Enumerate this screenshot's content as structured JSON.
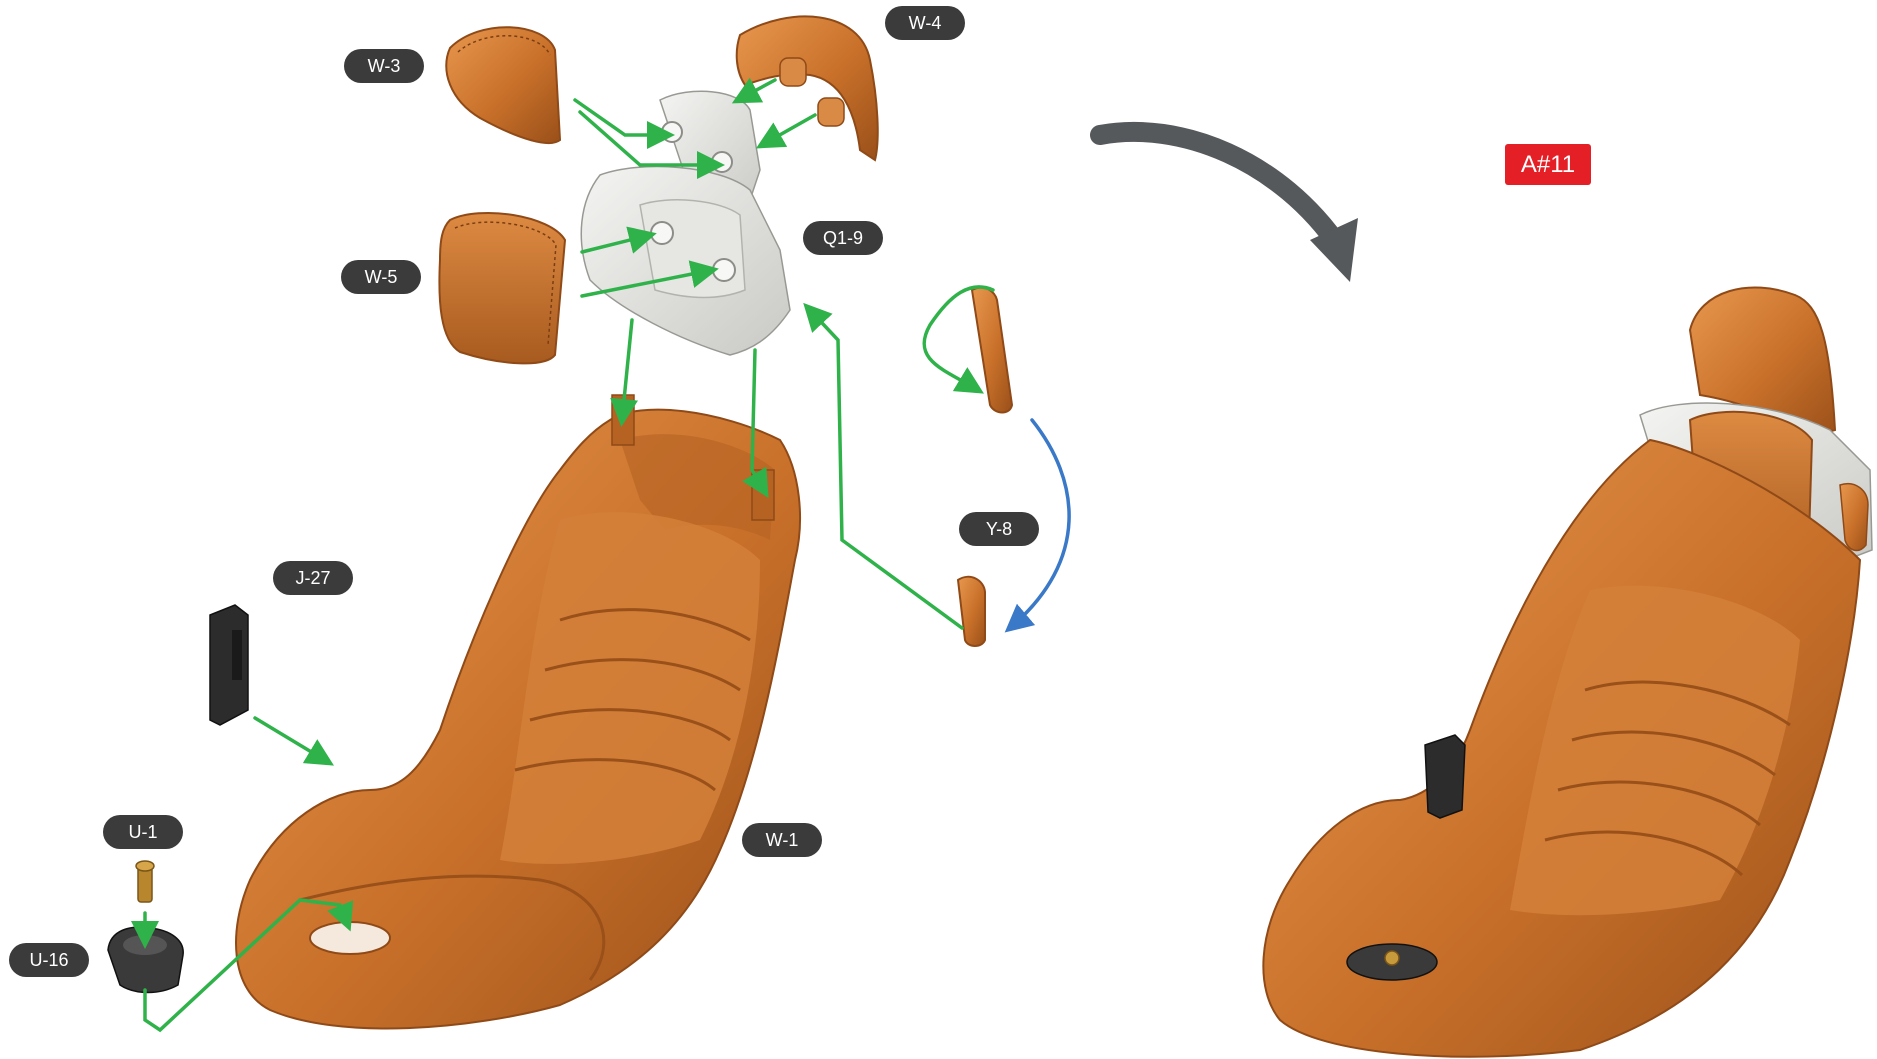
{
  "step": {
    "label": "A#11",
    "color": "#e41f26"
  },
  "labels": {
    "w3": "W-3",
    "w4": "W-4",
    "w5": "W-5",
    "q1_9": "Q1-9",
    "y8": "Y-8",
    "j27": "J-27",
    "u1": "U-1",
    "u16": "U-16",
    "w1": "W-1"
  },
  "colors": {
    "leather": "#c8702a",
    "leather_dark": "#8f4a17",
    "bracket": "#dcdcd8",
    "arrow_green": "#2fb24a",
    "arrow_blue": "#3a78c8",
    "arrow_gray": "#55595c",
    "label_bg": "#3b3b3b"
  }
}
